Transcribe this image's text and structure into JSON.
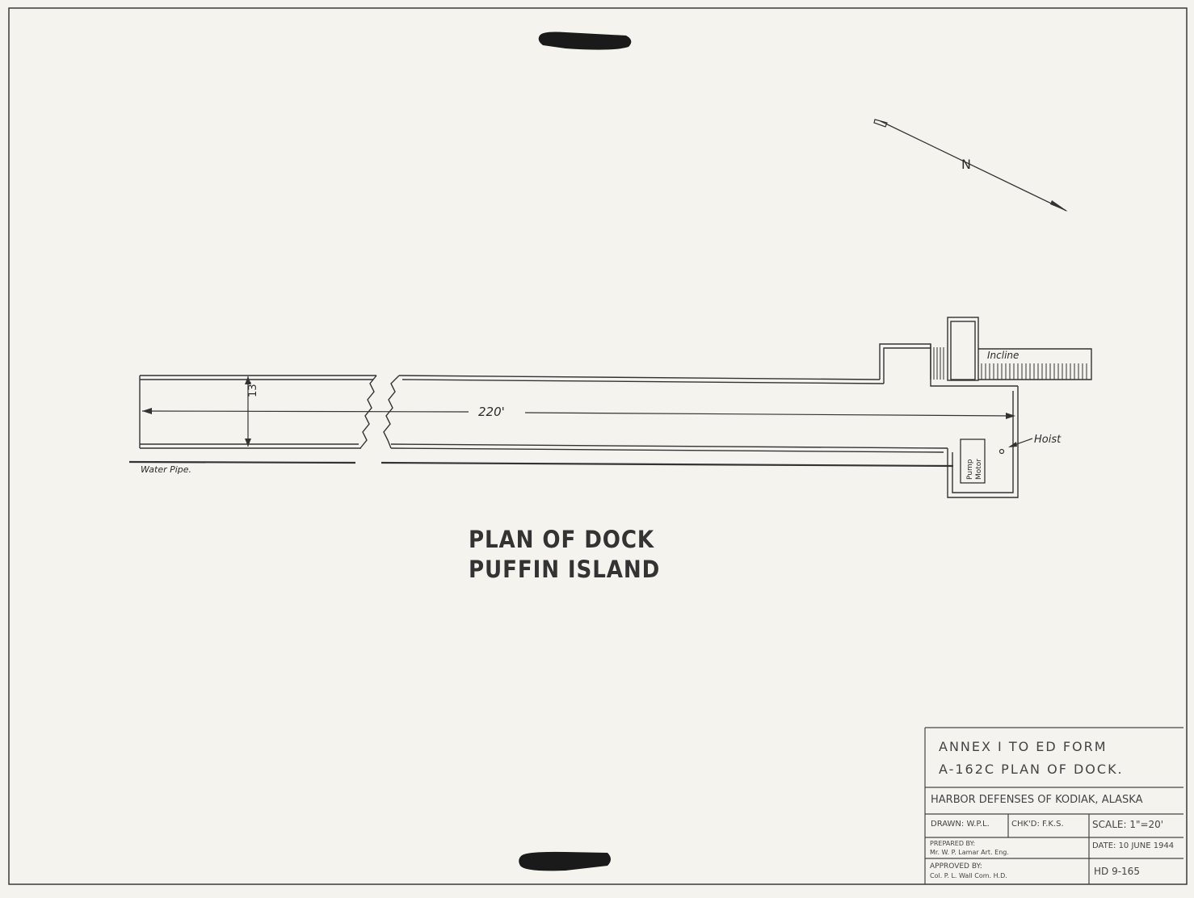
{
  "drawing": {
    "north_label": "N",
    "width_dim": "13'",
    "length_dim": "220'",
    "water_pipe_label": "Water Pipe.",
    "hoist_label": "Hoist",
    "incline_label": "Incline",
    "pump_label_1": "Pump",
    "pump_label_2": "Motor",
    "title_line1": "PLAN OF DOCK",
    "title_line2": "PUFFIN ISLAND"
  },
  "title_block": {
    "annex_line1": "ANNEX I  TO ED FORM",
    "annex_line2": "A-162C PLAN OF DOCK.",
    "org": "HARBOR DEFENSES OF KODIAK, ALASKA",
    "drawn": "DRAWN: W.P.L.",
    "checked": "CHK'D: F.K.S.",
    "scale": "SCALE: 1\"=20'",
    "prepared_label": "PREPARED BY:",
    "prepared_name": "Mr. W. P. Lamar  Art. Eng.",
    "date": "DATE: 10 JUNE 1944",
    "approved_label": "APPROVED BY:",
    "approved_name": "Col. P. L. Wall  Com. H.D.",
    "sheet_no": "HD 9-165"
  },
  "colors": {
    "paper": "#f4f3ee",
    "ink": "#2b2b2b",
    "redaction": "#1a1a1a"
  }
}
